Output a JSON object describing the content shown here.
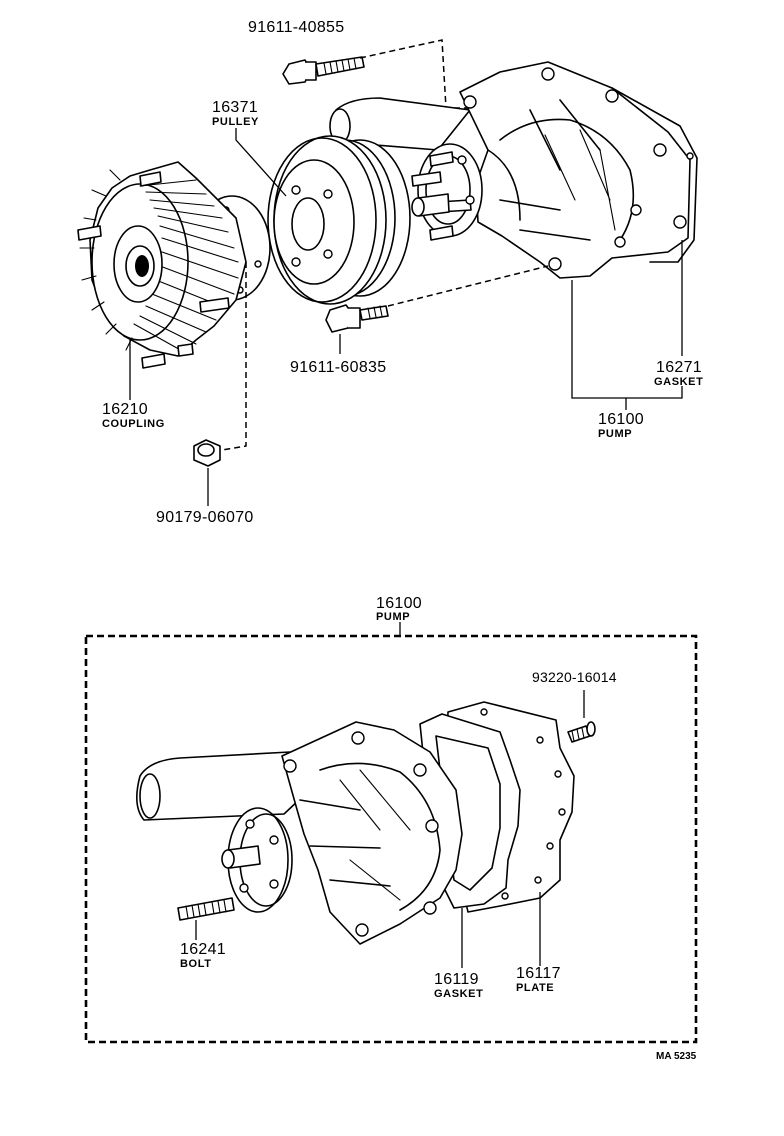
{
  "parts": {
    "bolt_top": {
      "number": "91611-40855"
    },
    "pulley": {
      "number": "16371",
      "name": "PULLEY"
    },
    "coupling": {
      "number": "16210",
      "name": "COUPLING"
    },
    "bolt_lower": {
      "number": "91611-60835"
    },
    "gasket": {
      "number": "16271",
      "name": "GASKET"
    },
    "pump": {
      "number": "16100",
      "name": "PUMP"
    },
    "nut": {
      "number": "90179-06070"
    }
  },
  "detail": {
    "title_number": "16100",
    "title_name": "PUMP",
    "screw": {
      "number": "93220-16014"
    },
    "stud": {
      "number": "16241",
      "name": "BOLT"
    },
    "gasket": {
      "number": "16119",
      "name": "GASKET"
    },
    "plate": {
      "number": "16117",
      "name": "PLATE"
    }
  },
  "figure_code": "MA 5235"
}
